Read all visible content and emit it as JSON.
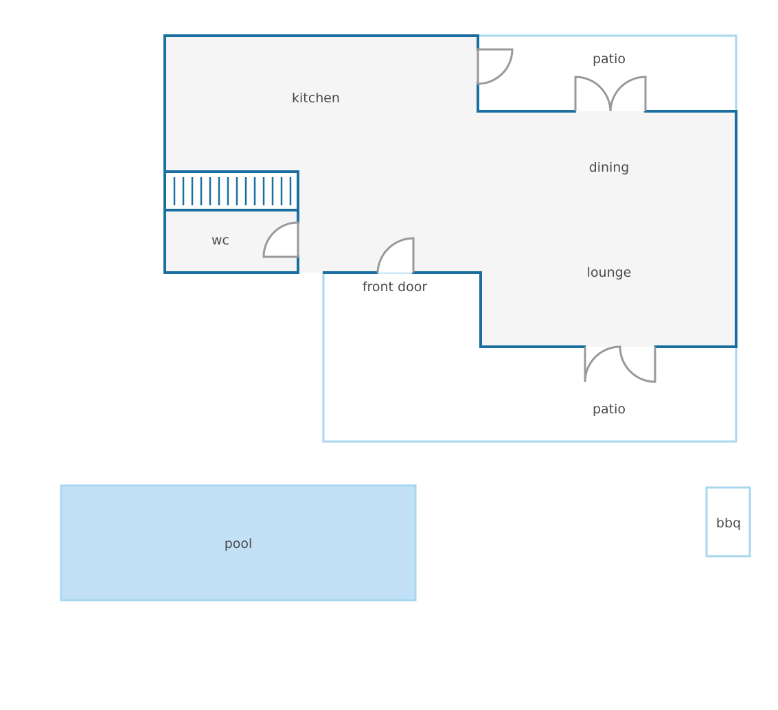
{
  "labels": {
    "kitchen": "kitchen",
    "dining": "dining",
    "lounge": "lounge",
    "wc": "wc",
    "front_door": "front door",
    "patio_top": "patio",
    "patio_bottom": "patio",
    "pool": "pool",
    "bbq": "bbq"
  },
  "colors": {
    "wall": "#1a6fa0",
    "floor": "#f5f5f5",
    "outdoor_outline": "#a9d6ef",
    "pool_fill": "#c3e1f6",
    "door": "#999999",
    "label_text": "#4a4a4a"
  }
}
